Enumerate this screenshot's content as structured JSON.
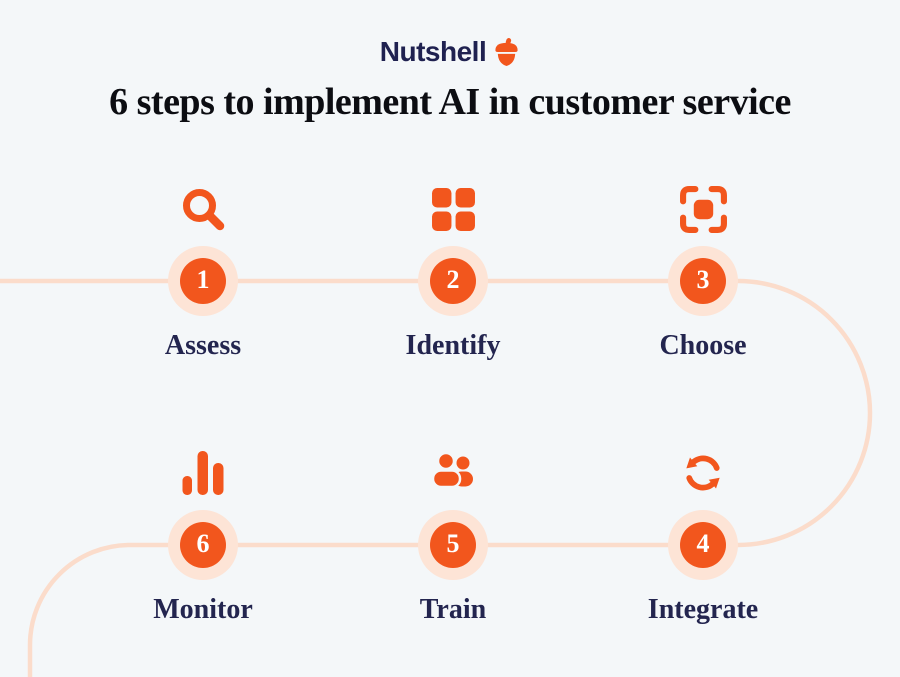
{
  "logo": {
    "text": "Nutshell",
    "icon": "acorn-icon"
  },
  "title": "6 steps to implement AI in customer service",
  "steps": [
    {
      "number": "1",
      "label": "Assess",
      "icon": "magnifier-icon"
    },
    {
      "number": "2",
      "label": "Identify",
      "icon": "grid-icon"
    },
    {
      "number": "3",
      "label": "Choose",
      "icon": "scan-frame-icon"
    },
    {
      "number": "4",
      "label": "Integrate",
      "icon": "sync-arrows-icon"
    },
    {
      "number": "5",
      "label": "Train",
      "icon": "people-icon"
    },
    {
      "number": "6",
      "label": "Monitor",
      "icon": "bar-chart-icon"
    }
  ],
  "colors": {
    "background": "#f4f7f9",
    "orange": "#f2561d",
    "halo": "#fde4d6",
    "line": "#fbdccb",
    "navy": "#23254f",
    "title": "#0c0d12",
    "logo": "#1f2150"
  }
}
